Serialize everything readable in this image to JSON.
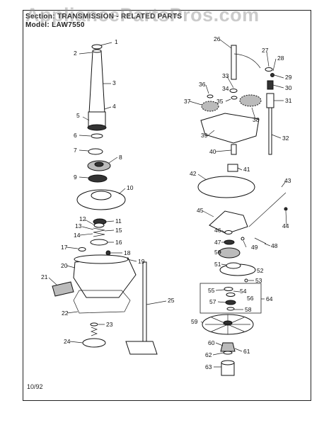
{
  "header": {
    "section_label": "Section:",
    "section_value": "TRANSMISSION - RELATED PARTS",
    "model_label": "Model:",
    "model_value": "LAW7550"
  },
  "watermark": "AppliancePartsPros.com",
  "footer": {
    "date": "10/92"
  },
  "part_numbers": [
    "1",
    "2",
    "3",
    "4",
    "5",
    "6",
    "7",
    "8",
    "9",
    "10",
    "11",
    "12",
    "13",
    "14",
    "15",
    "16",
    "17",
    "18",
    "19",
    "20",
    "21",
    "22",
    "23",
    "24",
    "25",
    "26",
    "27",
    "28",
    "29",
    "30",
    "31",
    "32",
    "33",
    "34",
    "35",
    "36",
    "37",
    "38",
    "39",
    "40",
    "41",
    "42",
    "43",
    "44",
    "45",
    "46",
    "47",
    "48",
    "49",
    "50",
    "51",
    "52",
    "53",
    "54",
    "55",
    "56",
    "57",
    "58",
    "59",
    "60",
    "61",
    "62",
    "63",
    "64"
  ]
}
